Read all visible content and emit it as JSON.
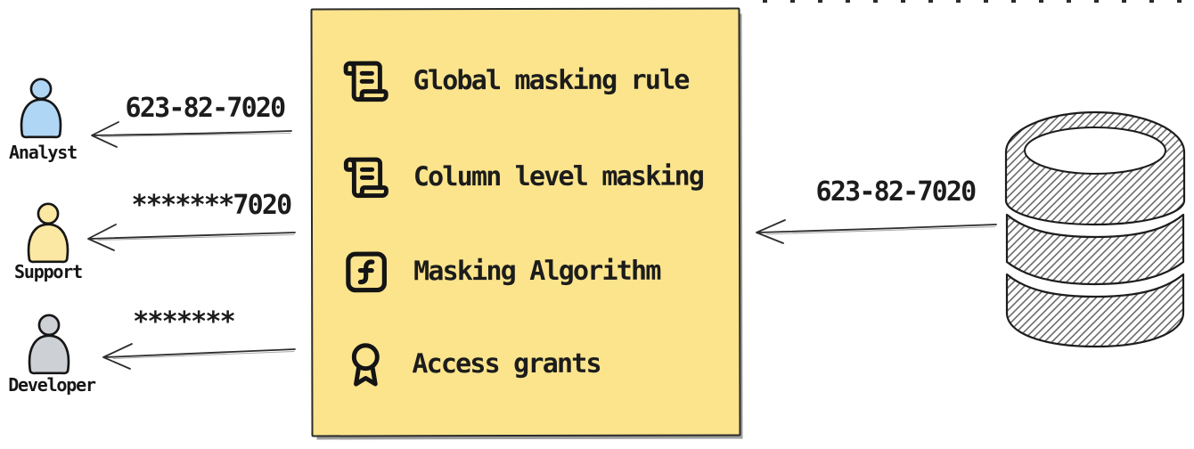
{
  "diagram": {
    "personas": [
      {
        "name": "Analyst",
        "mask_value": "623-82-7020",
        "fill": "#B0D6F5"
      },
      {
        "name": "Support",
        "mask_value": "*******7020",
        "fill": "#FBE8A2"
      },
      {
        "name": "Developer",
        "mask_value": "*******",
        "fill": "#CDD1D5"
      }
    ],
    "masking_box": {
      "fill": "#FBE48C",
      "items": [
        {
          "icon": "scroll-icon",
          "label": "Global masking rule"
        },
        {
          "icon": "scroll-icon",
          "label": "Column level masking"
        },
        {
          "icon": "function-square-icon",
          "label": "Masking Algorithm"
        },
        {
          "icon": "award-icon",
          "label": "Access grants"
        }
      ]
    },
    "database": {
      "icon": "database-icon",
      "arrow_label": "623-82-7020"
    }
  }
}
